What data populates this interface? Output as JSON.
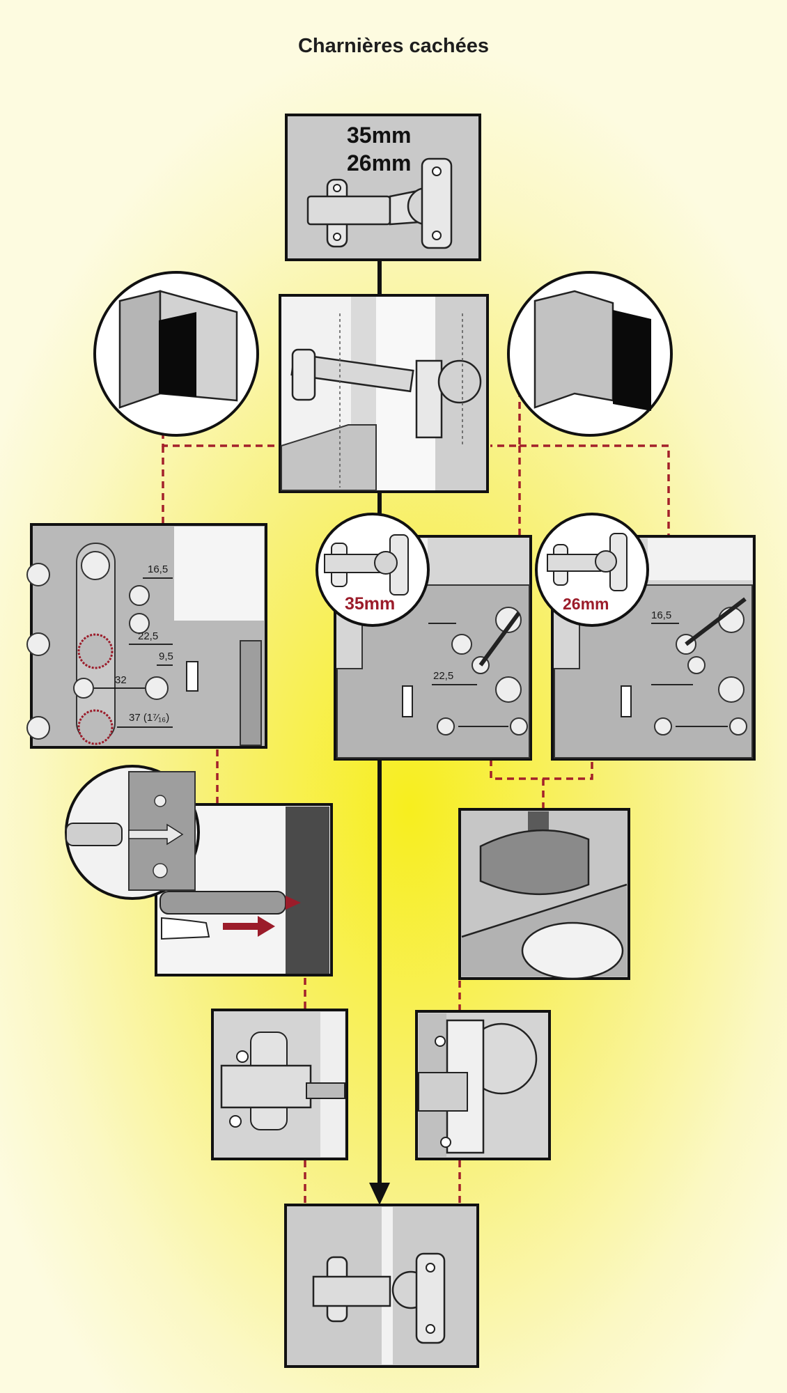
{
  "title": "Charnières cachées",
  "sizes": {
    "size_35": "35mm",
    "size_26": "26mm",
    "inset_35": "35mm",
    "inset_26": "26mm"
  },
  "dimensions": {
    "d1": "16,5",
    "d2": "22,5",
    "d3": "9,5",
    "d4": "32",
    "d5": "37 (1⁷⁄₁₆)",
    "d6": "22,5",
    "d7": "16,5"
  },
  "colors": {
    "accent_red": "#9b1c2a",
    "panel_gray": "#c9c9c9",
    "line_black": "#111111",
    "connector_red": "#a3202a"
  }
}
